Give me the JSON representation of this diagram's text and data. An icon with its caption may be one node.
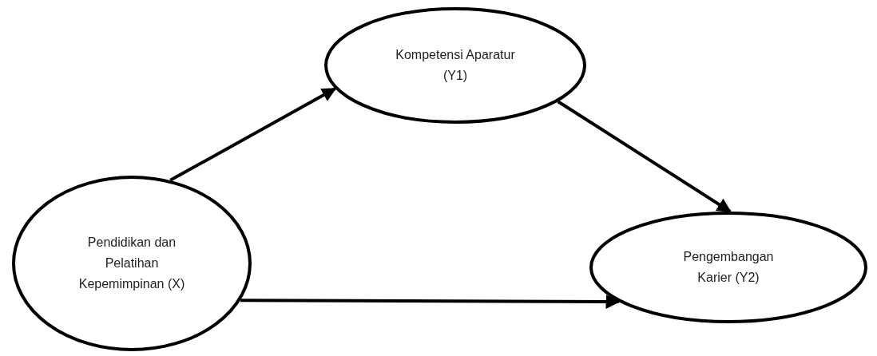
{
  "diagram": {
    "nodes": [
      {
        "text": [
          "Kompetensi Aparatur (Y1)"
        ]
      },
      {
        "text": [
          "Pendidikan dan Pelatihan Kepemimpinan (X)"
        ]
      },
      {
        "text": [
          "Pengembangan Karier (Y2)"
        ]
      }
    ],
    "edges": [
      {
        "from": 1,
        "to": 0,
        "arrow": "to"
      },
      {
        "from": 0,
        "to": 2,
        "arrow": "to"
      },
      {
        "from": 1,
        "to": 2,
        "arrow": "to"
      }
    ]
  }
}
